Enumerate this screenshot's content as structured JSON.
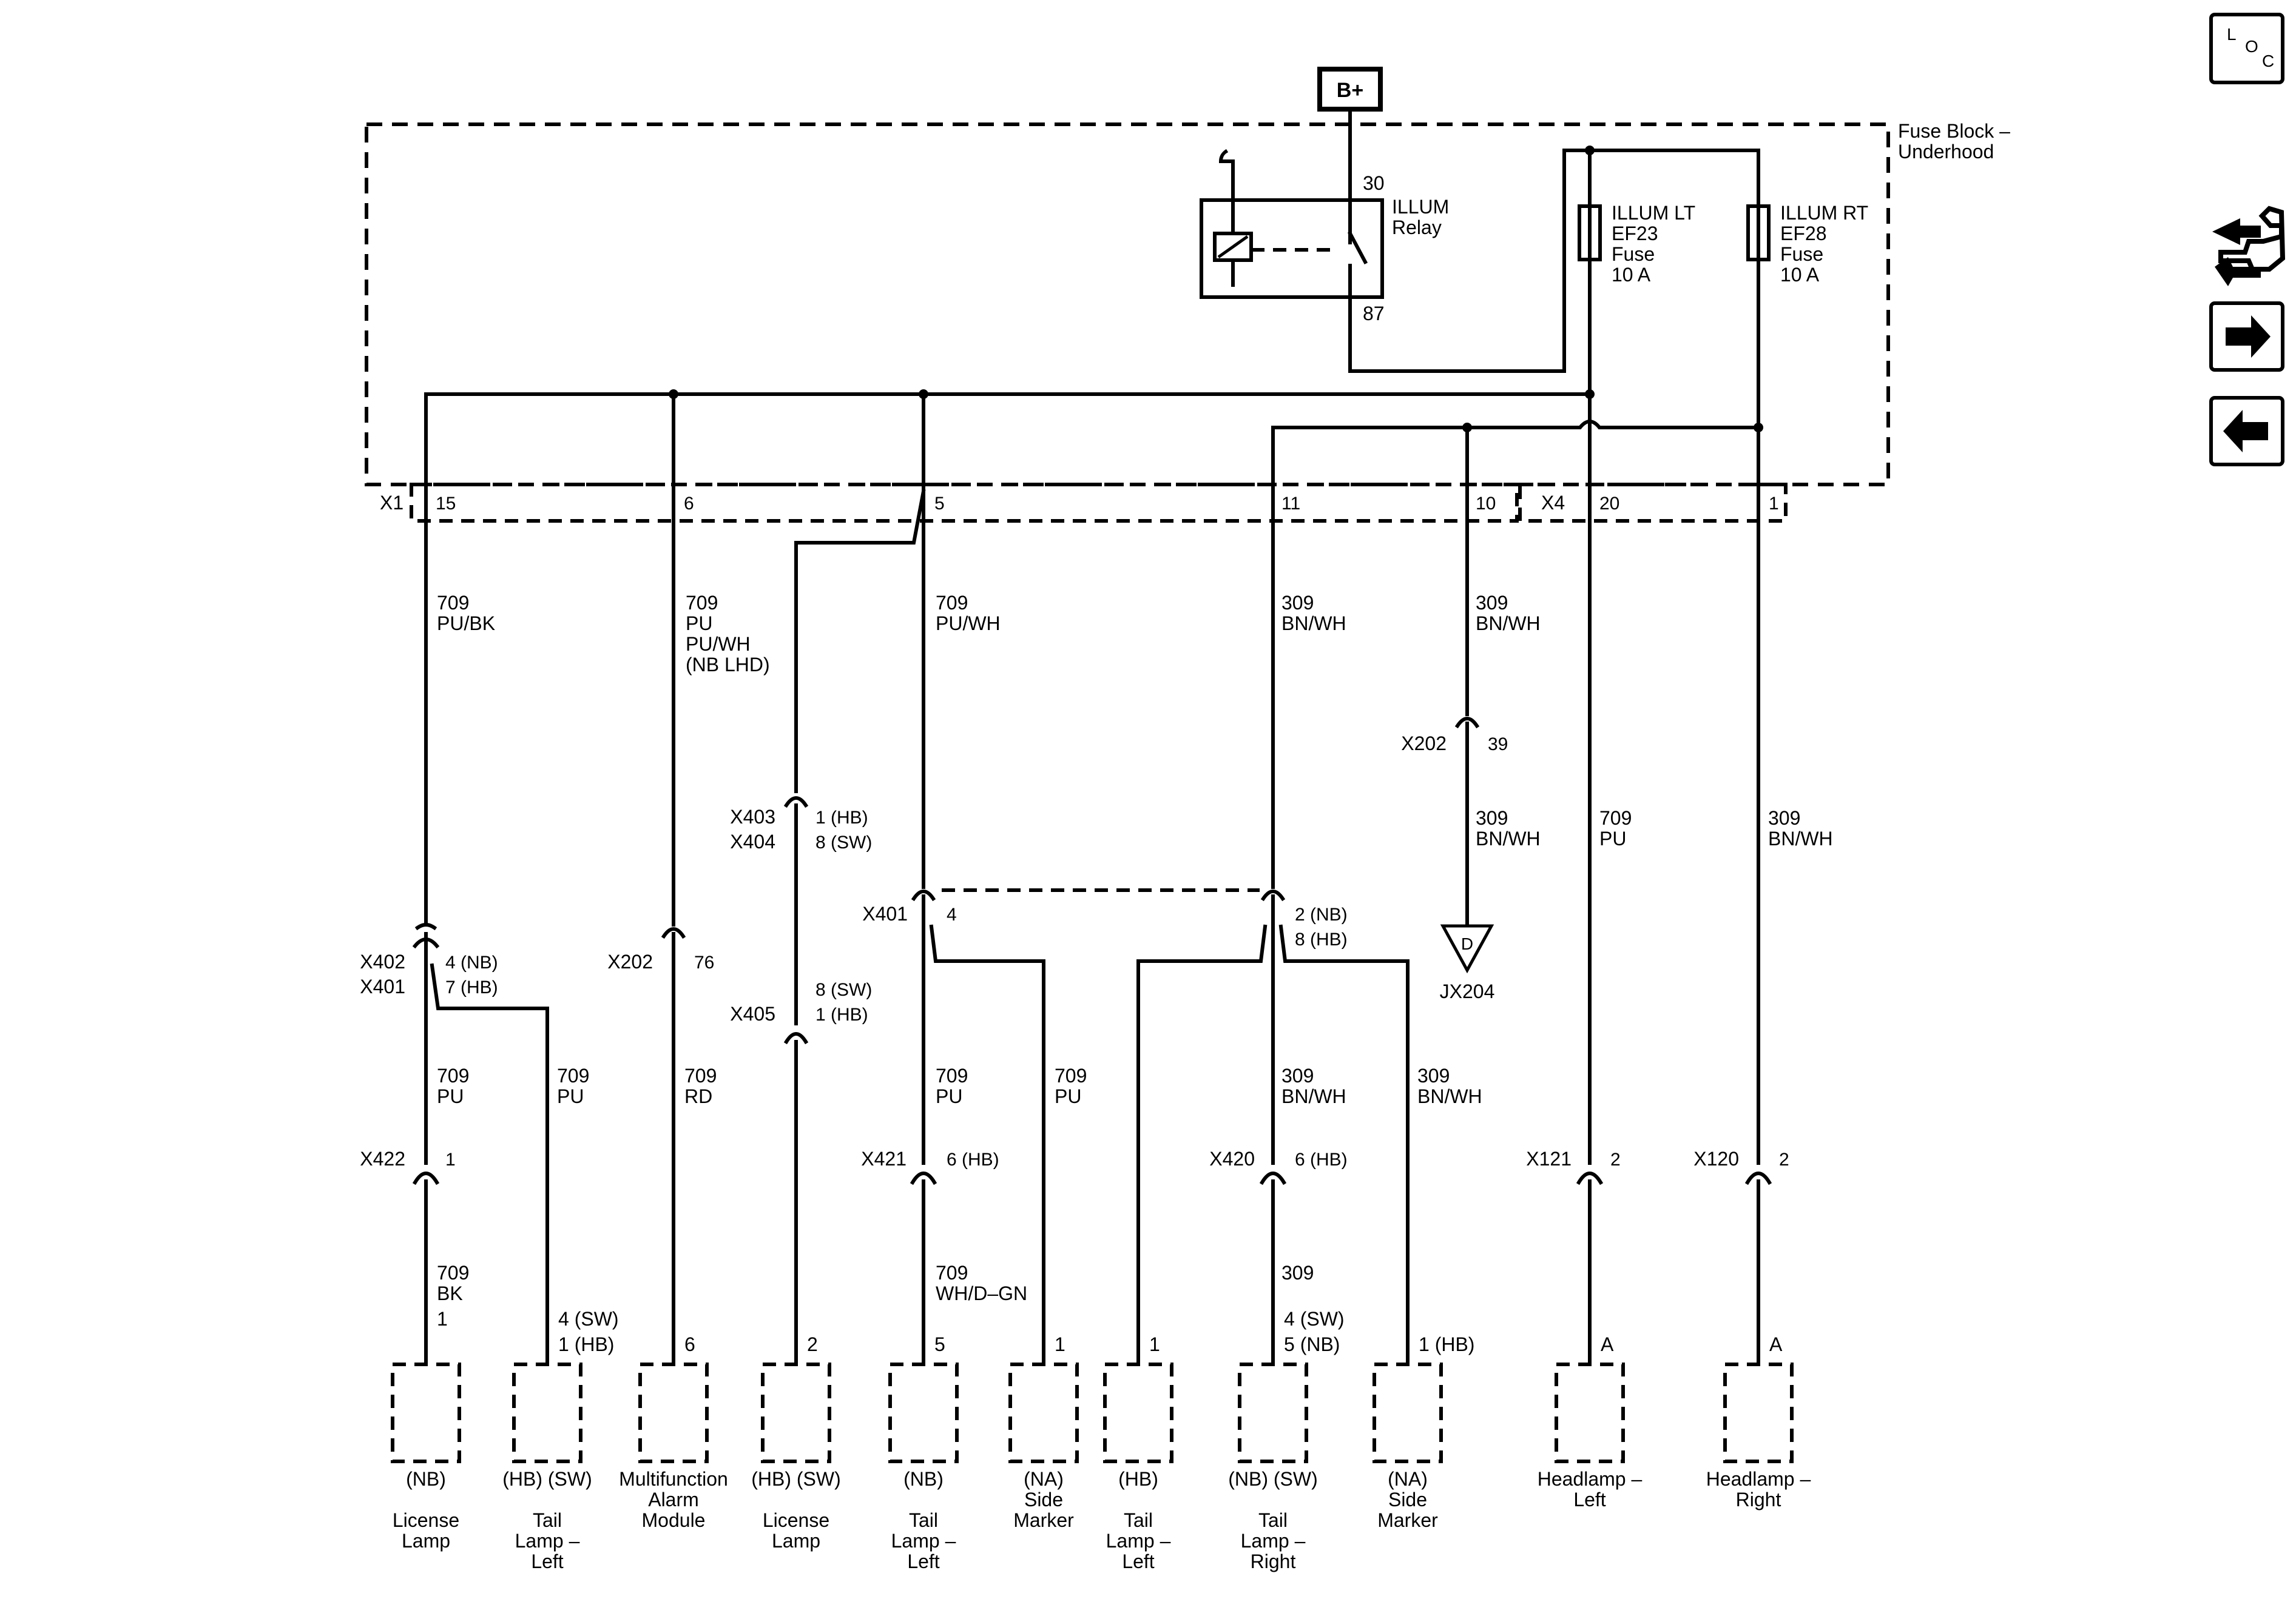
{
  "power": {
    "source": "B+"
  },
  "fuse_block": {
    "title_line1": "Fuse Block –",
    "title_line2": "Underhood"
  },
  "relay": {
    "name_line1": "ILLUM",
    "name_line2": "Relay",
    "pin_in": "30",
    "pin_out": "87"
  },
  "fuses": [
    {
      "line1": "ILLUM LT",
      "line2": "EF23",
      "line3": "Fuse",
      "line4": "10 A"
    },
    {
      "line1": "ILLUM RT",
      "line2": "EF28",
      "line3": "Fuse",
      "line4": "10 A"
    }
  ],
  "connectors": {
    "x1": "X1",
    "x4": "X4",
    "x1_pins": [
      "15",
      "6",
      "5",
      "11",
      "10"
    ],
    "x4_pins": [
      "20",
      "1"
    ]
  },
  "wires": {
    "w15": [
      "709",
      "PU/BK"
    ],
    "w6": [
      "709",
      "PU",
      "PU/WH",
      "(NB LHD)"
    ],
    "w5": [
      "709",
      "PU/WH"
    ],
    "w11": [
      "309",
      "BN/WH"
    ],
    "w10": [
      "309",
      "BN/WH"
    ],
    "w10b": [
      "309",
      "BN/WH"
    ],
    "w20": [
      "709",
      "PU"
    ],
    "w1": [
      "309",
      "BN/WH"
    ],
    "wa": [
      "709",
      "PU"
    ],
    "wb": [
      "709",
      "PU"
    ],
    "wc": [
      "709",
      "RD"
    ],
    "wd": [
      "709",
      "PU"
    ],
    "we": [
      "709",
      "PU"
    ],
    "wf": [
      "309",
      "BN/WH"
    ],
    "wg": [
      "309",
      "BN/WH"
    ],
    "wh": [
      "709",
      "BK"
    ],
    "wi": [
      "709",
      "WH/D–GN"
    ],
    "wj": [
      "309"
    ]
  },
  "inline": {
    "x402": {
      "a": "X402",
      "b": "X401",
      "p1": "4 (NB)",
      "p2": "7 (HB)"
    },
    "x202a": {
      "a": "X202",
      "p1": "76"
    },
    "x403": {
      "a": "X403",
      "b": "X404",
      "p1": "1 (HB)",
      "p2": "8 (SW)"
    },
    "x405": {
      "a": "X405",
      "p1": "8 (SW)",
      "p2": "1 (HB)"
    },
    "x401": {
      "a": "X401",
      "p1": "4"
    },
    "x401b": {
      "p1": "2 (NB)",
      "p2": "8 (HB)"
    },
    "x202b": {
      "a": "X202",
      "p1": "39"
    },
    "jx204": {
      "letter": "D",
      "name": "JX204"
    },
    "x422": {
      "a": "X422",
      "p1": "1"
    },
    "x421": {
      "a": "X421",
      "p1": "6 (HB)"
    },
    "x420": {
      "a": "X420",
      "p1": "6 (HB)"
    },
    "x121": {
      "a": "X121",
      "p1": "2"
    },
    "x120": {
      "a": "X120",
      "p1": "2"
    }
  },
  "components": [
    {
      "pin1": "1",
      "pin2": "",
      "lines": [
        "(NB)",
        "",
        "License",
        "Lamp"
      ]
    },
    {
      "pin1": "4 (SW)",
      "pin2": "1 (HB)",
      "lines": [
        "(HB) (SW)",
        "",
        "Tail",
        "Lamp –",
        "Left"
      ]
    },
    {
      "pin1": "",
      "pin2": "6",
      "lines": [
        "Multifunction",
        "Alarm",
        "Module"
      ]
    },
    {
      "pin1": "",
      "pin2": "2",
      "lines": [
        "(HB) (SW)",
        "",
        "License",
        "Lamp"
      ]
    },
    {
      "pin1": "",
      "pin2": "5",
      "lines": [
        "(NB)",
        "",
        "Tail",
        "Lamp –",
        "Left"
      ]
    },
    {
      "pin1": "",
      "pin2": "1",
      "lines": [
        "(NA)",
        "Side",
        "Marker"
      ]
    },
    {
      "pin1": "",
      "pin2": "1",
      "lines": [
        "(HB)",
        "",
        "Tail",
        "Lamp –",
        "Left"
      ]
    },
    {
      "pin1": "4 (SW)",
      "pin2": "5 (NB)",
      "lines": [
        "(NB) (SW)",
        "",
        "Tail",
        "Lamp –",
        "Right"
      ]
    },
    {
      "pin1": "",
      "pin2": "1 (HB)",
      "lines": [
        "(NA)",
        "Side",
        "Marker"
      ]
    },
    {
      "pin1": "",
      "pin2": "A",
      "lines": [
        "Headlamp –",
        "Left"
      ]
    },
    {
      "pin1": "",
      "pin2": "A",
      "lines": [
        "Headlamp –",
        "Right"
      ]
    }
  ],
  "nav": {
    "loc": {
      "l": "L",
      "o": "O",
      "c": "C"
    },
    "icons": [
      "location-icon",
      "connector-tools-icon",
      "next-arrow-icon",
      "previous-arrow-icon"
    ]
  }
}
